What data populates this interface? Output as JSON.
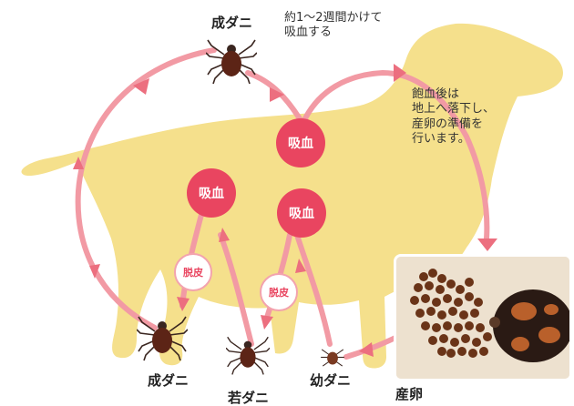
{
  "colors": {
    "dog": "#f5e08c",
    "arrow": "#f29aa4",
    "arrow_head": "#ec6f7f",
    "blood_node": "#e94560",
    "molt_border": "#f3a3ae",
    "tick_body": "#5c2416",
    "tick_legs": "#3a2620"
  },
  "labels": {
    "adult_top": "成ダニ",
    "adult_top_note": "約1～2週間かけて\n吸血する",
    "engorged_note": "飽血後は\n地上へ落下し、\n産卵の準備を\n行います。",
    "adult_bottom": "成ダニ",
    "nymph": "若ダニ",
    "larva": "幼ダニ",
    "eggs": "産卵"
  },
  "nodes": {
    "blood_main": "吸血",
    "blood_left": "吸血",
    "blood_right": "吸血",
    "molt_left": "脱皮",
    "molt_right": "脱皮"
  },
  "icons": {
    "tick": "tick-icon",
    "dog": "dog-silhouette",
    "photo": "eggs-photo"
  }
}
